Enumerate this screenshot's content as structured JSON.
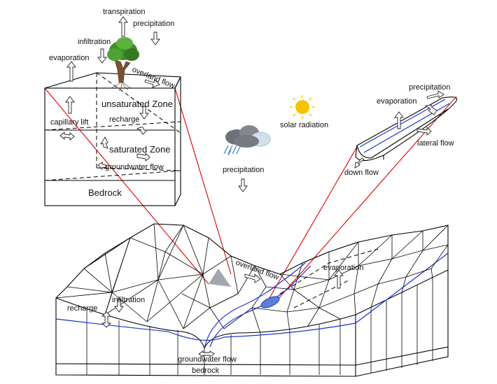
{
  "soil_column": {
    "transpiration": "transpiration",
    "precipitation": "precipitation",
    "infiltration": "infiltration",
    "evaporation": "evaporation",
    "overland_flow": "overland flow",
    "unsaturated_zone": "unsaturated Zone",
    "capillary_lift": "capillary lift",
    "recharge": "recharge",
    "saturated_zone": "saturated Zone",
    "groundwater_flow": "groundwater flow",
    "bedrock": "Bedrock"
  },
  "atmosphere": {
    "solar_radiation": "solar radiation",
    "precipitation": "precipitation"
  },
  "channel": {
    "precipitation": "precipitation",
    "evaporation": "evaporation",
    "lateral_flow": "lateral flow",
    "down_flow": "down flow"
  },
  "terrain": {
    "overland_flow": "overland flow",
    "evaporation": "evaporation",
    "infiltration": "infiltration",
    "recharge": "recharge",
    "groundwater_flow": "groundwater flow",
    "bedrock": "bedrock"
  },
  "colors": {
    "callout_lines": "#e00000",
    "water": "#1a33cc",
    "sun": "#f5c400",
    "highlight_cell": "#a3a7b0"
  },
  "icons": [
    "tree-icon",
    "sun-icon",
    "rain-cloud-icon",
    "arrow-icon"
  ]
}
